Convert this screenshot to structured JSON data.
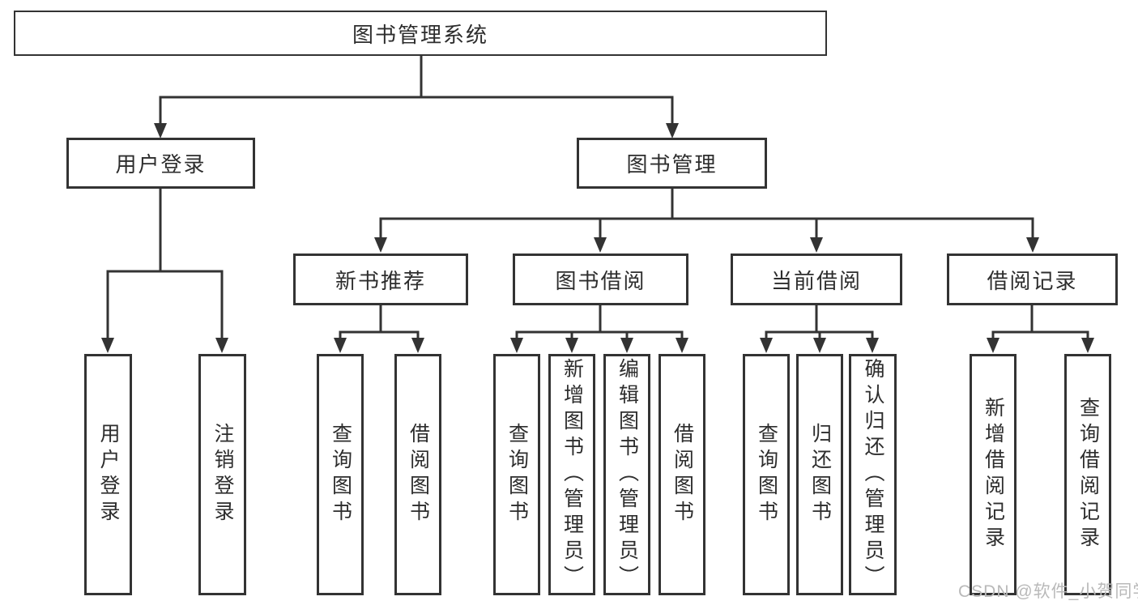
{
  "diagram": {
    "root": {
      "label": "图书管理系统"
    },
    "level2": [
      {
        "label": "用户登录"
      },
      {
        "label": "图书管理"
      }
    ],
    "level3": [
      {
        "label": "新书推荐"
      },
      {
        "label": "图书借阅"
      },
      {
        "label": "当前借阅"
      },
      {
        "label": "借阅记录"
      }
    ],
    "leaves": [
      {
        "label": "用户登录"
      },
      {
        "label": "注销登录"
      },
      {
        "label": "查询图书"
      },
      {
        "label": "借阅图书"
      },
      {
        "label": "查询图书"
      },
      {
        "label": "新增图书（管理员）"
      },
      {
        "label": "编辑图书（管理员）"
      },
      {
        "label": "借阅图书"
      },
      {
        "label": "查询图书"
      },
      {
        "label": "归还图书"
      },
      {
        "label": "确认归还（管理员）"
      },
      {
        "label": "新增借阅记录"
      },
      {
        "label": "查询借阅记录"
      }
    ]
  },
  "watermark": "CSDN @软件_小贺同学",
  "colors": {
    "line": "#333333",
    "background": "#ffffff",
    "watermark": "#b9b9b9"
  }
}
